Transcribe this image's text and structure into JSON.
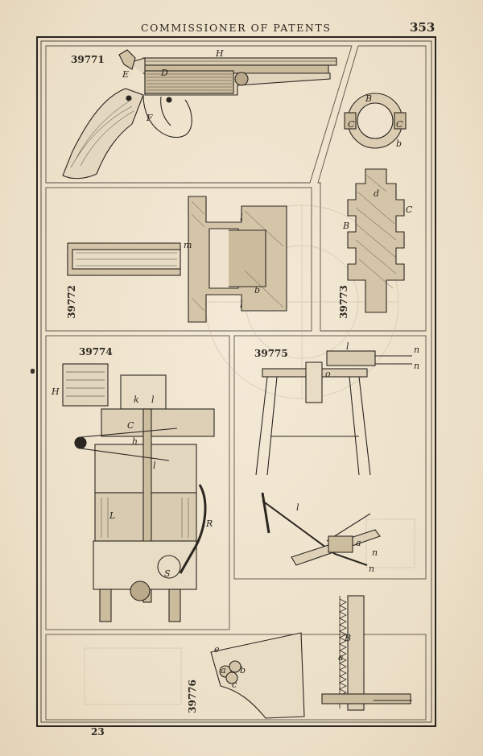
{
  "page": {
    "running_title": "COMMISSIONER OF PATENTS",
    "page_number": "353",
    "signature_mark": "23"
  },
  "figures": [
    {
      "number": "39771",
      "letters": [
        "H",
        "E",
        "D",
        "F"
      ]
    },
    {
      "number": "39772",
      "letters": [
        "l",
        "m",
        "b",
        "l"
      ]
    },
    {
      "number": "39773",
      "letters": [
        "C",
        "B",
        "C",
        "b",
        "d",
        "B",
        "C"
      ]
    },
    {
      "number": "39774",
      "letters": [
        "H",
        "k",
        "l",
        "C",
        "h",
        "l",
        "L",
        "R",
        "S"
      ]
    },
    {
      "number": "39775",
      "letters": [
        "l",
        "n",
        "n",
        "o",
        "l",
        "n",
        "a",
        "n"
      ]
    },
    {
      "number": "39776",
      "letters": [
        "a",
        "b",
        "c",
        "a",
        "B",
        "e"
      ]
    }
  ]
}
